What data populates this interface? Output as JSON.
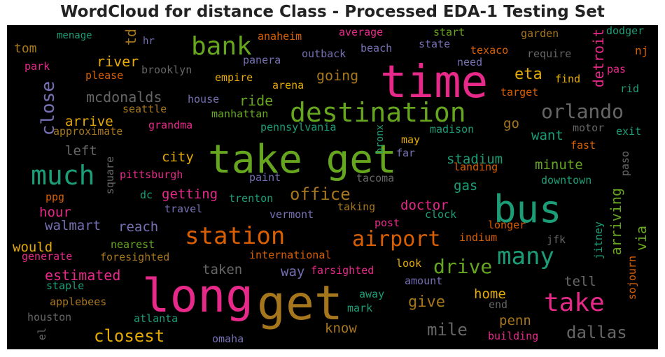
{
  "title": "WordCloud for distance Class - Processed EDA-1 Testing Set",
  "colors": {
    "background": "#000000",
    "pink": "#e7298a",
    "green": "#66a61e",
    "teal": "#1b9e77",
    "orange": "#d95f02",
    "purple": "#7570b3",
    "gold": "#e6ab02",
    "brown": "#a6761d",
    "gray": "#666666"
  },
  "words": [
    {
      "text": "time",
      "color": "pink"
    },
    {
      "text": "take get",
      "color": "green"
    },
    {
      "text": "long",
      "color": "pink"
    },
    {
      "text": "get",
      "color": "brown"
    },
    {
      "text": "bus",
      "color": "teal"
    },
    {
      "text": "destination",
      "color": "green"
    },
    {
      "text": "much",
      "color": "teal"
    },
    {
      "text": "station",
      "color": "orange"
    },
    {
      "text": "bank",
      "color": "green"
    },
    {
      "text": "take",
      "color": "pink"
    },
    {
      "text": "many",
      "color": "teal"
    },
    {
      "text": "airport",
      "color": "orange"
    },
    {
      "text": "orlando",
      "color": "gray"
    },
    {
      "text": "drive",
      "color": "green"
    },
    {
      "text": "office",
      "color": "brown"
    },
    {
      "text": "closest",
      "color": "gold"
    },
    {
      "text": "mile",
      "color": "gray"
    },
    {
      "text": "dallas",
      "color": "gray"
    },
    {
      "text": "give",
      "color": "brown"
    },
    {
      "text": "close",
      "color": "purple"
    },
    {
      "text": "estimated",
      "color": "pink"
    },
    {
      "text": "mcdonalds",
      "color": "gray"
    },
    {
      "text": "eta",
      "color": "gold"
    },
    {
      "text": "river",
      "color": "gold"
    },
    {
      "text": "going",
      "color": "brown"
    },
    {
      "text": "ride",
      "color": "green"
    },
    {
      "text": "arrive",
      "color": "gold"
    },
    {
      "text": "city",
      "color": "gold"
    },
    {
      "text": "getting",
      "color": "pink"
    },
    {
      "text": "stadium",
      "color": "teal"
    },
    {
      "text": "minute",
      "color": "green"
    },
    {
      "text": "gas",
      "color": "teal"
    },
    {
      "text": "want",
      "color": "teal"
    },
    {
      "text": "go",
      "color": "brown"
    },
    {
      "text": "hour",
      "color": "pink"
    },
    {
      "text": "walmart",
      "color": "purple"
    },
    {
      "text": "reach",
      "color": "purple"
    },
    {
      "text": "doctor",
      "color": "pink"
    },
    {
      "text": "would",
      "color": "gold"
    },
    {
      "text": "way",
      "color": "purple"
    },
    {
      "text": "taken",
      "color": "gray"
    },
    {
      "text": "know",
      "color": "brown"
    },
    {
      "text": "home",
      "color": "gold"
    },
    {
      "text": "penn",
      "color": "brown"
    },
    {
      "text": "tell",
      "color": "gray"
    },
    {
      "text": "left",
      "color": "gray"
    },
    {
      "text": "tom",
      "color": "brown"
    },
    {
      "text": "detroit",
      "color": "pink"
    },
    {
      "text": "arriving",
      "color": "green"
    },
    {
      "text": "via",
      "color": "green"
    },
    {
      "text": "td",
      "color": "brown"
    },
    {
      "text": "menage",
      "color": "teal"
    },
    {
      "text": "hr",
      "color": "purple"
    },
    {
      "text": "anaheim",
      "color": "orange"
    },
    {
      "text": "average",
      "color": "pink"
    },
    {
      "text": "start",
      "color": "green"
    },
    {
      "text": "garden",
      "color": "brown"
    },
    {
      "text": "dodger",
      "color": "teal"
    },
    {
      "text": "state",
      "color": "purple"
    },
    {
      "text": "texaco",
      "color": "orange"
    },
    {
      "text": "nj",
      "color": "orange"
    },
    {
      "text": "beach",
      "color": "purple"
    },
    {
      "text": "outback",
      "color": "purple"
    },
    {
      "text": "require",
      "color": "gray"
    },
    {
      "text": "park",
      "color": "pink"
    },
    {
      "text": "brooklyn",
      "color": "gray"
    },
    {
      "text": "please",
      "color": "orange"
    },
    {
      "text": "empire",
      "color": "gold"
    },
    {
      "text": "panera",
      "color": "purple"
    },
    {
      "text": "need",
      "color": "purple"
    },
    {
      "text": "pas",
      "color": "pink"
    },
    {
      "text": "find",
      "color": "gold"
    },
    {
      "text": "arena",
      "color": "gold"
    },
    {
      "text": "target",
      "color": "orange"
    },
    {
      "text": "rid",
      "color": "teal"
    },
    {
      "text": "house",
      "color": "purple"
    },
    {
      "text": "seattle",
      "color": "brown"
    },
    {
      "text": "manhattan",
      "color": "green"
    },
    {
      "text": "grandma",
      "color": "pink"
    },
    {
      "text": "approximate",
      "color": "brown"
    },
    {
      "text": "pennsylvania",
      "color": "teal"
    },
    {
      "text": "madison",
      "color": "teal"
    },
    {
      "text": "motor",
      "color": "gray"
    },
    {
      "text": "exit",
      "color": "teal"
    },
    {
      "text": "may",
      "color": "gold"
    },
    {
      "text": "far",
      "color": "purple"
    },
    {
      "text": "fast",
      "color": "orange"
    },
    {
      "text": "bronx",
      "color": "teal"
    },
    {
      "text": "landing",
      "color": "orange"
    },
    {
      "text": "paso",
      "color": "gray"
    },
    {
      "text": "pittsburgh",
      "color": "pink"
    },
    {
      "text": "square",
      "color": "gray"
    },
    {
      "text": "paint",
      "color": "purple"
    },
    {
      "text": "tacoma",
      "color": "gray"
    },
    {
      "text": "downtown",
      "color": "teal"
    },
    {
      "text": "dc",
      "color": "teal"
    },
    {
      "text": "ppg",
      "color": "orange"
    },
    {
      "text": "trenton",
      "color": "teal"
    },
    {
      "text": "travel",
      "color": "purple"
    },
    {
      "text": "vermont",
      "color": "purple"
    },
    {
      "text": "taking",
      "color": "brown"
    },
    {
      "text": "clock",
      "color": "teal"
    },
    {
      "text": "post",
      "color": "pink"
    },
    {
      "text": "longer",
      "color": "orange"
    },
    {
      "text": "jitney",
      "color": "teal"
    },
    {
      "text": "indium",
      "color": "orange"
    },
    {
      "text": "jfk",
      "color": "gray"
    },
    {
      "text": "nearest",
      "color": "green"
    },
    {
      "text": "generate",
      "color": "pink"
    },
    {
      "text": "foresighted",
      "color": "brown"
    },
    {
      "text": "international",
      "color": "orange"
    },
    {
      "text": "look",
      "color": "gold"
    },
    {
      "text": "farsighted",
      "color": "pink"
    },
    {
      "text": "amount",
      "color": "purple"
    },
    {
      "text": "sojourn",
      "color": "orange"
    },
    {
      "text": "staple",
      "color": "teal"
    },
    {
      "text": "applebees",
      "color": "brown"
    },
    {
      "text": "away",
      "color": "teal"
    },
    {
      "text": "mark",
      "color": "teal"
    },
    {
      "text": "end",
      "color": "gray"
    },
    {
      "text": "houston",
      "color": "gray"
    },
    {
      "text": "atlanta",
      "color": "teal"
    },
    {
      "text": "omaha",
      "color": "purple"
    },
    {
      "text": "building",
      "color": "pink"
    },
    {
      "text": "el",
      "color": "gray"
    }
  ]
}
